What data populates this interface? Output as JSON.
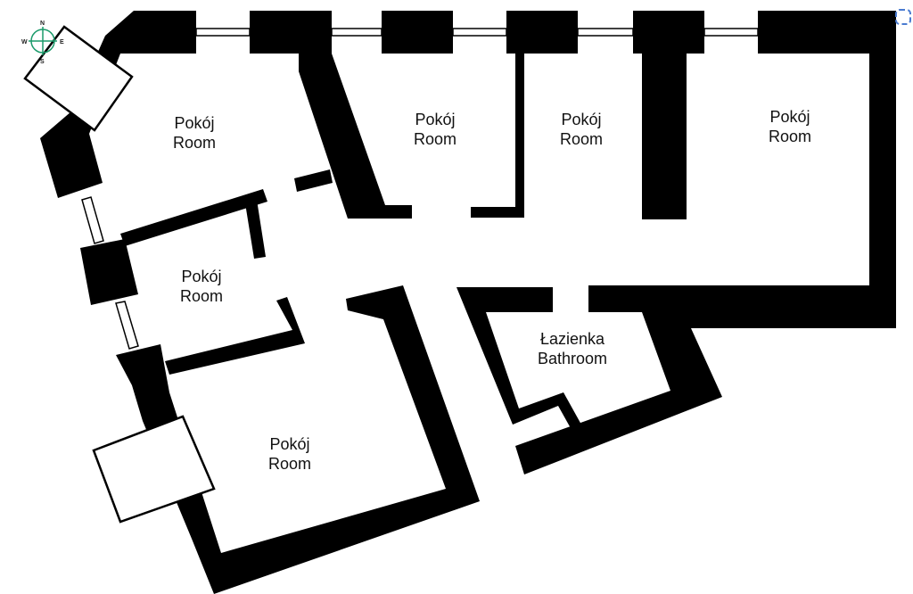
{
  "plan": {
    "rooms": [
      {
        "pl": "Pokój",
        "en": "Room"
      },
      {
        "pl": "Pokój",
        "en": "Room"
      },
      {
        "pl": "Pokój",
        "en": "Room"
      },
      {
        "pl": "Pokój",
        "en": "Room"
      },
      {
        "pl": "Pokój",
        "en": "Room"
      },
      {
        "pl": "Pokój",
        "en": "Room"
      },
      {
        "pl": "Łazienka",
        "en": "Bathroom"
      }
    ],
    "compass": {
      "n": "N",
      "e": "E",
      "s": "S",
      "w": "W",
      "color": "#1a9a6a"
    },
    "wall_color": "#000000"
  }
}
